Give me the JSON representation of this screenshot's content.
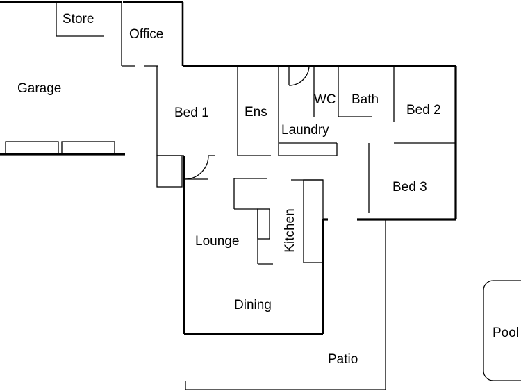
{
  "rooms": {
    "store": "Store",
    "office": "Office",
    "garage": "Garage",
    "bed1": "Bed 1",
    "ens": "Ens",
    "wc": "WC",
    "bath": "Bath",
    "bed2": "Bed 2",
    "laundry": "Laundry",
    "bed3": "Bed 3",
    "lounge": "Lounge",
    "kitchen": "Kitchen",
    "dining": "Dining",
    "patio": "Patio",
    "pool": "Pool"
  }
}
